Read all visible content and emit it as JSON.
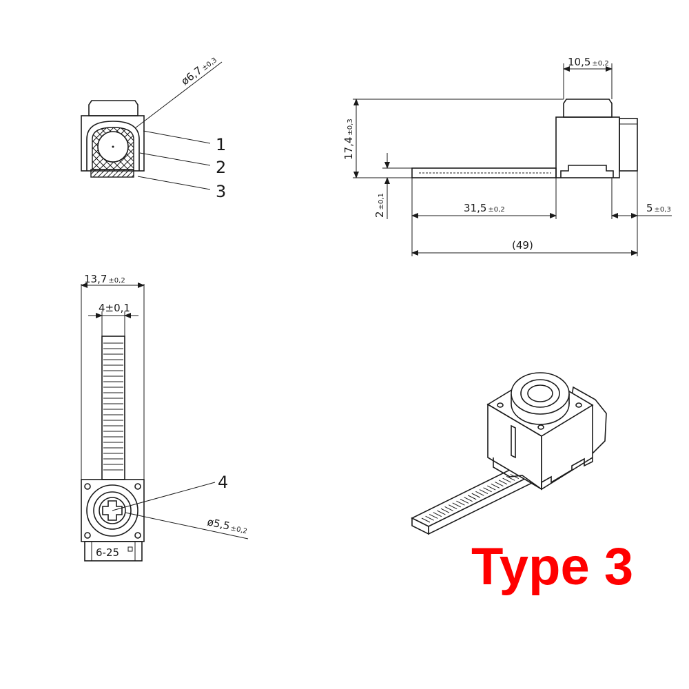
{
  "title": "Type 3",
  "colors": {
    "title": "#ff0000",
    "line": "#1a1a1a",
    "background": "#ffffff"
  },
  "front_view": {
    "diameter_main": "ø6,7",
    "diameter_tol": "±0,3",
    "callouts": [
      "1",
      "2",
      "3"
    ]
  },
  "side_view": {
    "top_width_main": "10,5",
    "top_width_tol": "±0,2",
    "height_main": "17,4",
    "height_tol": "±0,3",
    "strip_thickness_main": "2",
    "strip_thickness_tol": "±0,1",
    "strip_length_main": "31,5",
    "strip_length_tol": "±0,2",
    "tail_main": "5",
    "tail_tol": "±0,3",
    "total_length": "(49)"
  },
  "top_view": {
    "width_main": "13,7",
    "width_tol": "±0,2",
    "strip_width": "4±0,1",
    "callout": "4",
    "screw_diameter_main": "ø5,5",
    "screw_diameter_tol": "±0,2",
    "marking": "6-25"
  }
}
